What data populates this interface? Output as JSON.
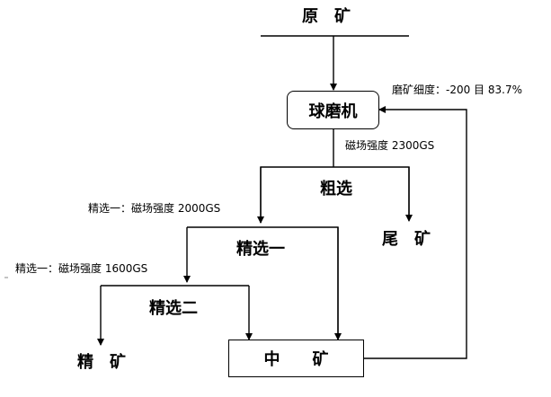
{
  "nodes": {
    "raw_ore": "原　矿",
    "ball_mill": "球磨机",
    "rougher": "粗选",
    "tailings": "尾　矿",
    "cleaner1": "精选一",
    "cleaner2": "精选二",
    "concentrate": "精　矿",
    "middlings": "中　　矿"
  },
  "annotations": {
    "grind_fineness": "磨矿细度：-200 目 83.7%",
    "rougher_field": "磁场强度 2300GS",
    "cleaner1_field": "精选一：磁场强度 2000GS",
    "cleaner2_field": "精选一：磁场强度 1600GS"
  },
  "colors": {
    "line": "#000000",
    "background": "#ffffff"
  }
}
